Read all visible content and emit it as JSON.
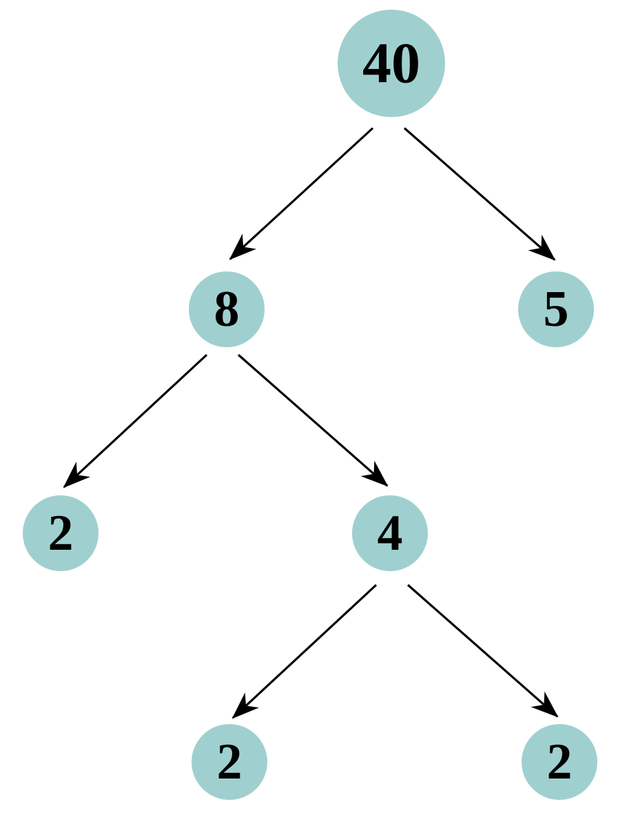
{
  "colors": {
    "node_fill": "#9fd0cf",
    "text": "#000000",
    "edge": "#000000"
  },
  "nodes": [
    {
      "id": "n40",
      "label": "40"
    },
    {
      "id": "n8",
      "label": "8"
    },
    {
      "id": "n5",
      "label": "5"
    },
    {
      "id": "n2a",
      "label": "2"
    },
    {
      "id": "n4",
      "label": "4"
    },
    {
      "id": "n2b",
      "label": "2"
    },
    {
      "id": "n2c",
      "label": "2"
    }
  ],
  "edges": [
    {
      "from": "n40",
      "to": "n8"
    },
    {
      "from": "n40",
      "to": "n5"
    },
    {
      "from": "n8",
      "to": "n2a"
    },
    {
      "from": "n8",
      "to": "n4"
    },
    {
      "from": "n4",
      "to": "n2b"
    },
    {
      "from": "n4",
      "to": "n2c"
    }
  ]
}
